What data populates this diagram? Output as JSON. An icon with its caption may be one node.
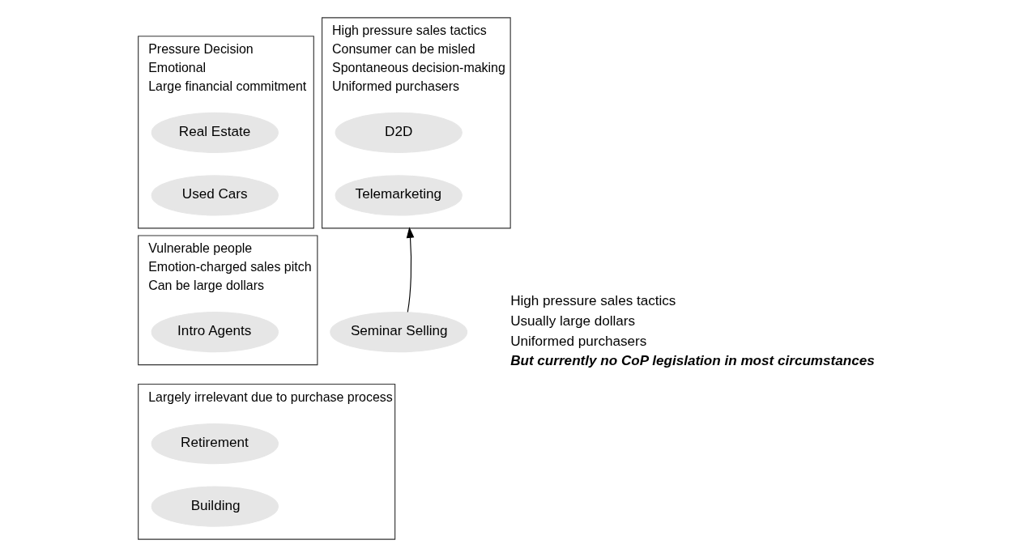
{
  "diagram": {
    "nodes": [
      {
        "text": [
          "Pressure Decision",
          "Emotional",
          "Large financial commitment"
        ]
      },
      {
        "text": [
          "Real Estate"
        ],
        "in": 0
      },
      {
        "text": [
          "Used Cars"
        ],
        "in": 0
      },
      {
        "text": [
          "High pressure sales tactics",
          "Consumer can be misled",
          "Spontaneous decision-making",
          "Uniformed purchasers"
        ]
      },
      {
        "text": [
          "D2D"
        ],
        "in": 3
      },
      {
        "text": [
          "Telemarketing"
        ],
        "in": 3
      },
      {
        "text": [
          "Vulnerable people",
          "Emotion-charged sales pitch",
          "Can be large dollars"
        ]
      },
      {
        "text": [
          "Intro Agents"
        ],
        "in": 6
      },
      {
        "text": [
          "Seminar Selling"
        ],
        "beside": [
          "High pressure sales tactics",
          "Usually large dollars",
          "Uniformed purchasers",
          "But currently no CoP legislation in most circumstances"
        ]
      },
      {
        "text": [
          "Largely irrelevant due to purchase process"
        ]
      },
      {
        "text": [
          "Retirement"
        ],
        "in": 9
      },
      {
        "text": [
          "Building"
        ],
        "in": 9
      }
    ],
    "edges": [
      {
        "from": 8,
        "to": 3,
        "arrow": "to"
      }
    ]
  }
}
